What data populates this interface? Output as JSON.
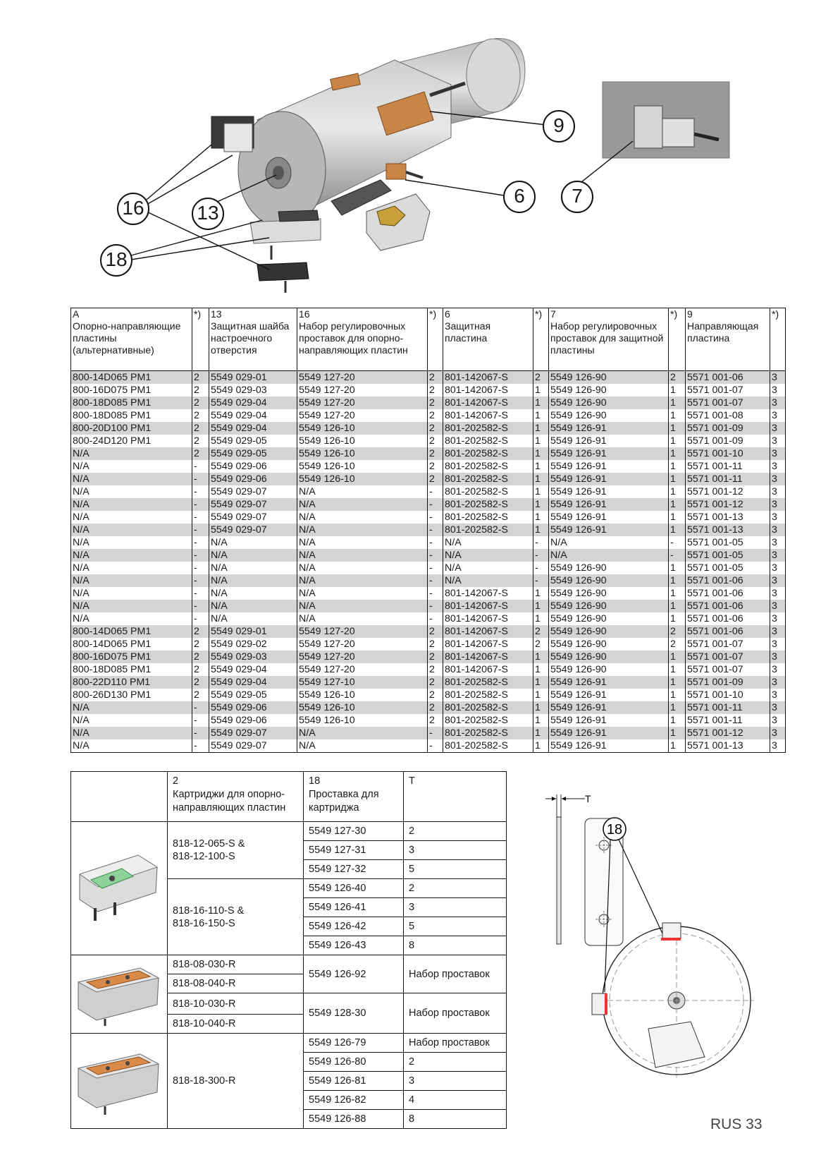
{
  "callouts": {
    "c9": "9",
    "c6": "6",
    "c7": "7",
    "c16": "16",
    "c13": "13",
    "c18": "18"
  },
  "main_table": {
    "headers": {
      "a_num": "A",
      "a_label": "Опорно-направляющие пластины (альтернативные)",
      "star1": "*)",
      "c13_num": "13",
      "c13_label": "Защитная шайба настроечного отверстия",
      "c16_num": "16",
      "c16_label": "Набор регулировочных проставок для опорно-направляющих пластин",
      "star2": "*)",
      "c6_num": "6",
      "c6_label": "Защитная пластина",
      "star3": "*)",
      "c7_num": "7",
      "c7_label": "Набор регулировочных проставок для защитной пластины",
      "star4": "*)",
      "c9_num": "9",
      "c9_label": "Направляющая пластина",
      "star5": "*)"
    },
    "rows": [
      [
        "800-14D065 PM1",
        "2",
        "5549 029-01",
        "5549 127-20",
        "2",
        "801-142067-S",
        "2",
        "5549 126-90",
        "2",
        "5571 001-06",
        "3"
      ],
      [
        "800-16D075 PM1",
        "2",
        "5549 029-03",
        "5549 127-20",
        "2",
        "801-142067-S",
        "1",
        "5549 126-90",
        "1",
        "5571 001-07",
        "3"
      ],
      [
        "800-18D085 PM1",
        "2",
        "5549 029-04",
        "5549 127-20",
        "2",
        "801-142067-S",
        "1",
        "5549 126-90",
        "1",
        "5571 001-07",
        "3"
      ],
      [
        "800-18D085 PM1",
        "2",
        "5549 029-04",
        "5549 127-20",
        "2",
        "801-142067-S",
        "1",
        "5549 126-90",
        "1",
        "5571 001-08",
        "3"
      ],
      [
        "800-20D100 PM1",
        "2",
        "5549 029-04",
        "5549 126-10",
        "2",
        "801-202582-S",
        "1",
        "5549 126-91",
        "1",
        "5571 001-09",
        "3"
      ],
      [
        "800-24D120 PM1",
        "2",
        "5549 029-05",
        "5549 126-10",
        "2",
        "801-202582-S",
        "1",
        "5549 126-91",
        "1",
        "5571 001-09",
        "3"
      ],
      [
        "N/A",
        "2",
        "5549 029-05",
        "5549 126-10",
        "2",
        "801-202582-S",
        "1",
        "5549 126-91",
        "1",
        "5571 001-10",
        "3"
      ],
      [
        "N/A",
        "-",
        "5549 029-06",
        "5549 126-10",
        "2",
        "801-202582-S",
        "1",
        "5549 126-91",
        "1",
        "5571 001-11",
        "3"
      ],
      [
        "N/A",
        "-",
        "5549 029-06",
        "5549 126-10",
        "2",
        "801-202582-S",
        "1",
        "5549 126-91",
        "1",
        "5571 001-11",
        "3"
      ],
      [
        "N/A",
        "-",
        "5549 029-07",
        "N/A",
        "-",
        "801-202582-S",
        "1",
        "5549 126-91",
        "1",
        "5571 001-12",
        "3"
      ],
      [
        "N/A",
        "-",
        "5549 029-07",
        "N/A",
        "-",
        "801-202582-S",
        "1",
        "5549 126-91",
        "1",
        "5571 001-12",
        "3"
      ],
      [
        "N/A",
        "-",
        "5549 029-07",
        "N/A",
        "-",
        "801-202582-S",
        "1",
        "5549 126-91",
        "1",
        "5571 001-13",
        "3"
      ],
      [
        "N/A",
        "-",
        "5549 029-07",
        "N/A",
        "-",
        "801-202582-S",
        "1",
        "5549 126-91",
        "1",
        "5571 001-13",
        "3"
      ],
      [
        "N/A",
        "-",
        "N/A",
        "N/A",
        "-",
        "N/A",
        "-",
        "N/A",
        "-",
        "5571 001-05",
        "3"
      ],
      [
        "N/A",
        "-",
        "N/A",
        "N/A",
        "-",
        "N/A",
        "-",
        "N/A",
        "-",
        "5571 001-05",
        "3"
      ],
      [
        "N/A",
        "-",
        "N/A",
        "N/A",
        "-",
        "N/A",
        "-",
        "5549 126-90",
        "1",
        "5571 001-05",
        "3"
      ],
      [
        "N/A",
        "-",
        "N/A",
        "N/A",
        "-",
        "N/A",
        "-",
        "5549 126-90",
        "1",
        "5571 001-06",
        "3"
      ],
      [
        "N/A",
        "-",
        "N/A",
        "N/A",
        "-",
        "801-142067-S",
        "1",
        "5549 126-90",
        "1",
        "5571 001-06",
        "3"
      ],
      [
        "N/A",
        "-",
        "N/A",
        "N/A",
        "-",
        "801-142067-S",
        "1",
        "5549 126-90",
        "1",
        "5571 001-06",
        "3"
      ],
      [
        "N/A",
        "-",
        "N/A",
        "N/A",
        "-",
        "801-142067-S",
        "1",
        "5549 126-90",
        "1",
        "5571 001-06",
        "3"
      ],
      [
        "800-14D065 PM1",
        "2",
        "5549 029-01",
        "5549 127-20",
        "2",
        "801-142067-S",
        "2",
        "5549 126-90",
        "2",
        "5571 001-06",
        "3"
      ],
      [
        "800-14D065 PM1",
        "2",
        "5549 029-02",
        "5549 127-20",
        "2",
        "801-142067-S",
        "2",
        "5549 126-90",
        "2",
        "5571 001-07",
        "3"
      ],
      [
        "800-16D075 PM1",
        "2",
        "5549 029-03",
        "5549 127-20",
        "2",
        "801-142067-S",
        "1",
        "5549 126-90",
        "1",
        "5571 001-07",
        "3"
      ],
      [
        "800-18D085 PM1",
        "2",
        "5549 029-04",
        "5549 127-20",
        "2",
        "801-142067-S",
        "1",
        "5549 126-90",
        "1",
        "5571 001-07",
        "3"
      ],
      [
        "800-22D110 PM1",
        "2",
        "5549 029-04",
        "5549 127-10",
        "2",
        "801-202582-S",
        "1",
        "5549 126-91",
        "1",
        "5571 001-09",
        "3"
      ],
      [
        "800-26D130 PM1",
        "2",
        "5549 029-05",
        "5549 126-10",
        "2",
        "801-202582-S",
        "1",
        "5549 126-91",
        "1",
        "5571 001-10",
        "3"
      ],
      [
        "N/A",
        "-",
        "5549 029-06",
        "5549 126-10",
        "2",
        "801-202582-S",
        "1",
        "5549 126-91",
        "1",
        "5571 001-11",
        "3"
      ],
      [
        "N/A",
        "-",
        "5549 029-06",
        "5549 126-10",
        "2",
        "801-202582-S",
        "1",
        "5549 126-91",
        "1",
        "5571 001-11",
        "3"
      ],
      [
        "N/A",
        "-",
        "5549 029-07",
        "N/A",
        "-",
        "801-202582-S",
        "1",
        "5549 126-91",
        "1",
        "5571 001-12",
        "3"
      ],
      [
        "N/A",
        "-",
        "5549 029-07",
        "N/A",
        "-",
        "801-202582-S",
        "1",
        "5549 126-91",
        "1",
        "5571 001-13",
        "3"
      ]
    ]
  },
  "cart_table": {
    "headers": {
      "c2_num": "2",
      "c2_label": "Картриджи для опорно-направляющих пластин",
      "c18_num": "18",
      "c18_label": "Проставка для картриджа",
      "t_label": "T"
    },
    "groups": {
      "g1_cart_a": "818-12-065-S &\n818-12-100-S",
      "g1_rows": [
        [
          "5549 127-30",
          "2"
        ],
        [
          "5549 127-31",
          "3"
        ],
        [
          "5549 127-32",
          "5"
        ]
      ],
      "g1_cart_b": "818-16-110-S &\n818-16-150-S",
      "g1b_rows": [
        [
          "5549 126-40",
          "2"
        ],
        [
          "5549 126-41",
          "3"
        ],
        [
          "5549 126-42",
          "5"
        ],
        [
          "5549 126-43",
          "8"
        ]
      ],
      "g2_cart_a1": "818-08-030-R",
      "g2_cart_a2": "818-08-040-R",
      "g2_spacer_a": "5549 126-92",
      "g2_t_a": "Набор проставок",
      "g2_cart_b1": "818-10-030-R",
      "g2_cart_b2": "818-10-040-R",
      "g2_spacer_b": "5549 128-30",
      "g2_t_b": "Набор проставок",
      "g3_cart": "818-18-300-R",
      "g3_rows": [
        [
          "5549 126-79",
          "Набор проставок"
        ],
        [
          "5549 126-80",
          "2"
        ],
        [
          "5549 126-81",
          "3"
        ],
        [
          "5549 126-82",
          "4"
        ],
        [
          "5549 126-88",
          "8"
        ]
      ]
    }
  },
  "right_figure": {
    "t_label": "T",
    "callout": "18"
  },
  "page_number": "RUS 33"
}
